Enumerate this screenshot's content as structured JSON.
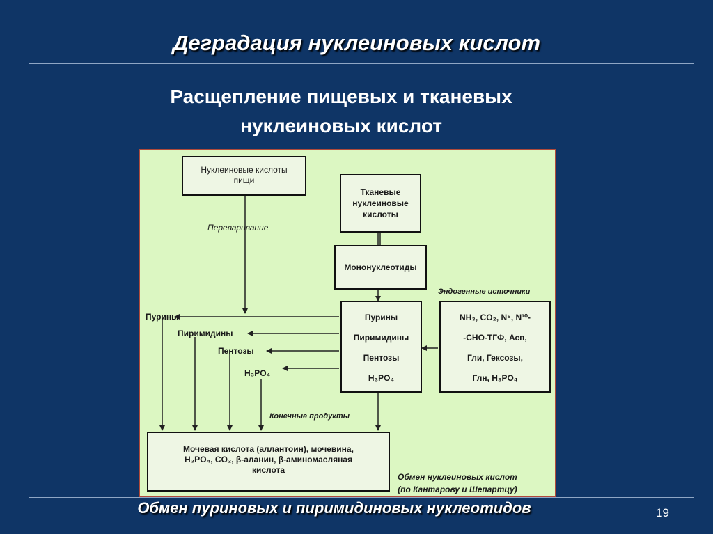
{
  "slide": {
    "title": "Деградация нуклеиновых кислот",
    "subtitle_line1": "Расщепление  пищевых и тканевых",
    "subtitle_line2": "нуклеиновых кислот",
    "footer": "Обмен  пуриновых  и  пиримидиновых нуклеотидов",
    "page_number": "19"
  },
  "diagram": {
    "food_nucleic_acids_l1": "Нуклеиновые кислоты",
    "food_nucleic_acids_l2": "пищи",
    "digestion": "Переваривание",
    "tissue_nucleic_acids_l1": "Тканевые",
    "tissue_nucleic_acids_l2": "нуклеиновые",
    "tissue_nucleic_acids_l3": "кислоты",
    "mononucleotides": "Мононуклеотиды",
    "endogenous_sources": "Эндогенные источники",
    "endo_l1": "NH₃, CO₂, N⁵, N¹⁰-",
    "endo_l2": "-CHO-ТГФ,  Асп,",
    "endo_l3": "Гли,  Гексозы,",
    "endo_l4": "Глн,  H₃PO₄",
    "mid_purines": "Пурины",
    "mid_pyrimidines": "Пиримидины",
    "mid_pentoses": "Пентозы",
    "mid_phosphate": "H₃PO₄",
    "left_purines": "Пурины",
    "left_pyrimidines": "Пиримидины",
    "left_pentoses": "Пентозы",
    "left_phosphate": "H₃PO₄",
    "final_products": "Конечные продукты",
    "final_l1": "Мочевая  кислота  (аллантоин),  мочевина,",
    "final_l2": "H₃PO₄,   CO₂,   β-аланин,   β-аминомасляная",
    "final_l3": "кислота",
    "caption_l1": "Обмен нуклеиновых кислот",
    "caption_l2": "(по Кантарову и Шепартцу)"
  }
}
